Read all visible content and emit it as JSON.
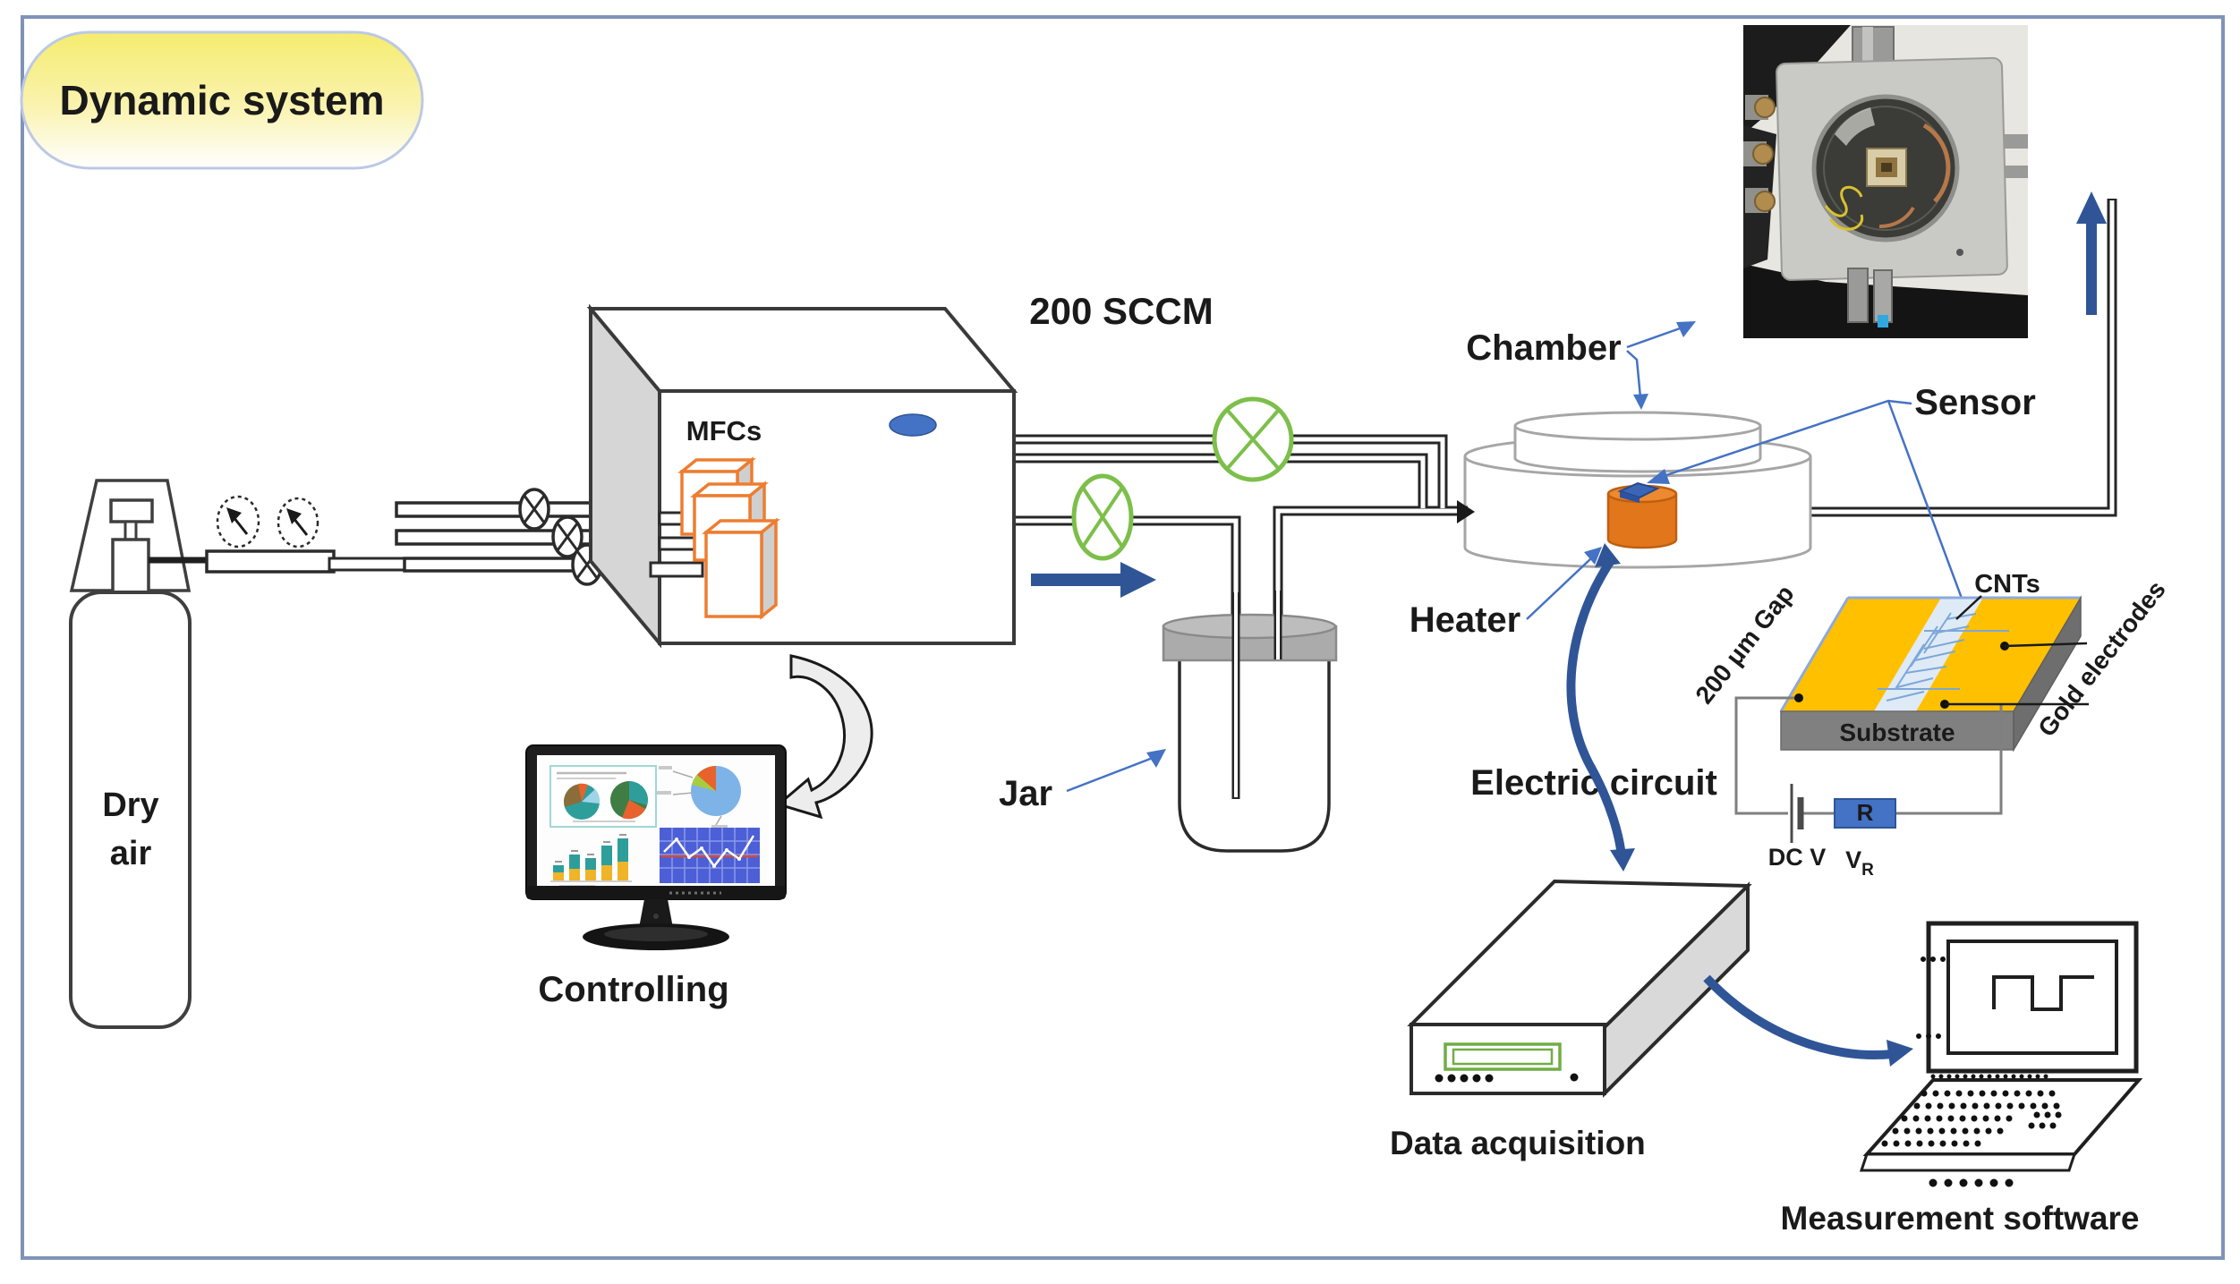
{
  "title": "Dynamic system",
  "labels": {
    "flow_rate": "200 SCCM",
    "mfcs": "MFCs",
    "chamber": "Chamber",
    "sensor": "Sensor",
    "heater": "Heater",
    "jar": "Jar",
    "dry_air_line1": "Dry",
    "dry_air_line2": "air",
    "controlling": "Controlling",
    "electric_circuit": "Electric circuit",
    "data_acquisition": "Data acquisition",
    "measurement_software": "Measurement software"
  },
  "sensor_schematic": {
    "cnts": "CNTs",
    "gold_electrodes": "Gold electrodes",
    "gap": "200 μm Gap",
    "substrate": "Substrate",
    "dc_source": "DC V",
    "resistor": "R",
    "vr_symbol": "V",
    "vr_subscript": "R"
  },
  "colors": {
    "frame_border": "#8093B8",
    "title_fill_top": "#F5EC6E",
    "label_arrow_blue": "#4472C4",
    "flow_arrow_blue": "#2F5597",
    "valve_green": "#7CBF4A",
    "mfc_orange": "#ED7D31",
    "heater_orange": "#E2761B",
    "electrode_gold": "#FFC000",
    "cnt_gap_blue": "#DEEAF6",
    "substrate_gray": "#808080",
    "resistor_blue": "#4472C4",
    "daq_display_green": "#70AD47"
  }
}
